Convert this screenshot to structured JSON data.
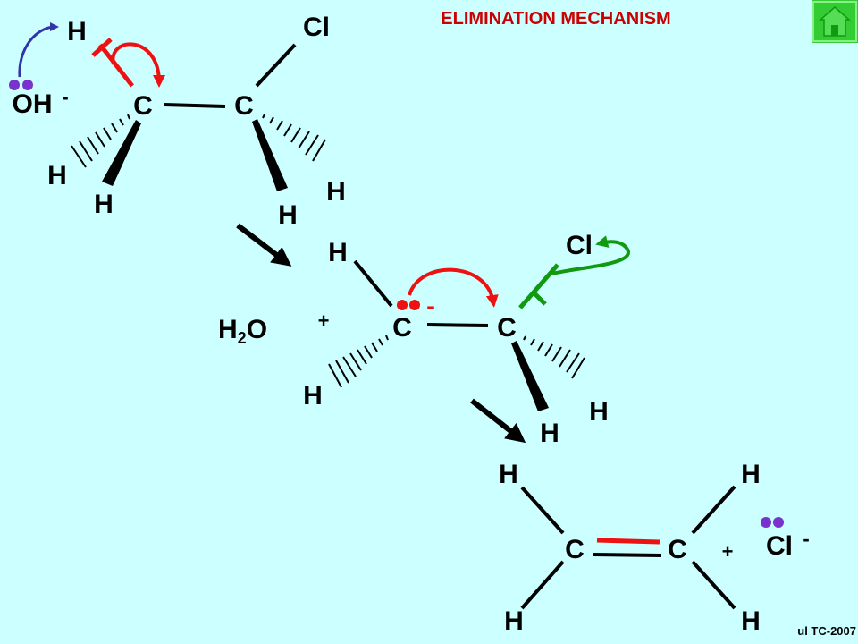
{
  "title": "ELIMINATION MECHANISM",
  "credit": "ul TC-2007",
  "colors": {
    "background": "#ccffff",
    "title": "#cc0000",
    "red_bond": "#ee1111",
    "arrow_blue": "#3333aa",
    "arrow_red": "#ee1111",
    "arrow_green": "#119911",
    "lone_pair_purple": "#7733cc",
    "lone_pair_red": "#ee1111",
    "home_button": "#33cc33"
  },
  "icons": {
    "home": "home-icon"
  },
  "step1": {
    "h_top": "H",
    "cl": "Cl",
    "base": "OH",
    "base_charge": "-",
    "c_left": "C",
    "c_right": "C",
    "h_left_hash": "H",
    "h_left_wedge": "H",
    "h_right_wedge": "H",
    "h_right_hash": "H"
  },
  "step2": {
    "water": "H",
    "water_sub": "2",
    "water_o": "O",
    "plus": "+",
    "h_top": "H",
    "cl": "Cl",
    "c_left": "C",
    "c_right": "C",
    "charge": "-",
    "h_left_hash": "H",
    "h_right_wedge": "H",
    "h_right_hash": "H"
  },
  "step3": {
    "h_top_left": "H",
    "h_top_right": "H",
    "c_left": "C",
    "c_right": "C",
    "plus": "+",
    "cl": "Cl",
    "cl_charge": "-",
    "h_bottom_left": "H",
    "h_bottom_right": "H"
  }
}
